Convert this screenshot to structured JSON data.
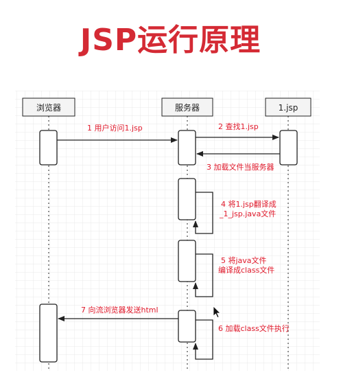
{
  "title": "JSP运行原理",
  "participants": {
    "browser": "浏览器",
    "server": "服务器",
    "jsp": "1.jsp"
  },
  "messages": {
    "m1": "1 用户访问1.jsp",
    "m2": "2 查找1.jsp",
    "m3": "3 加载文件当服务器",
    "m4a": "4 将1.jsp翻译成",
    "m4b": "_1_jsp.java文件",
    "m5a": "5 将java文件",
    "m5b": "编译成class文件",
    "m6": "6 加载class文件执行",
    "m7": "7 向流浏览器发送html"
  },
  "colors": {
    "title": "#d42a34",
    "label": "#e0182a",
    "line": "#222222",
    "grid": "#e9e9e9"
  }
}
